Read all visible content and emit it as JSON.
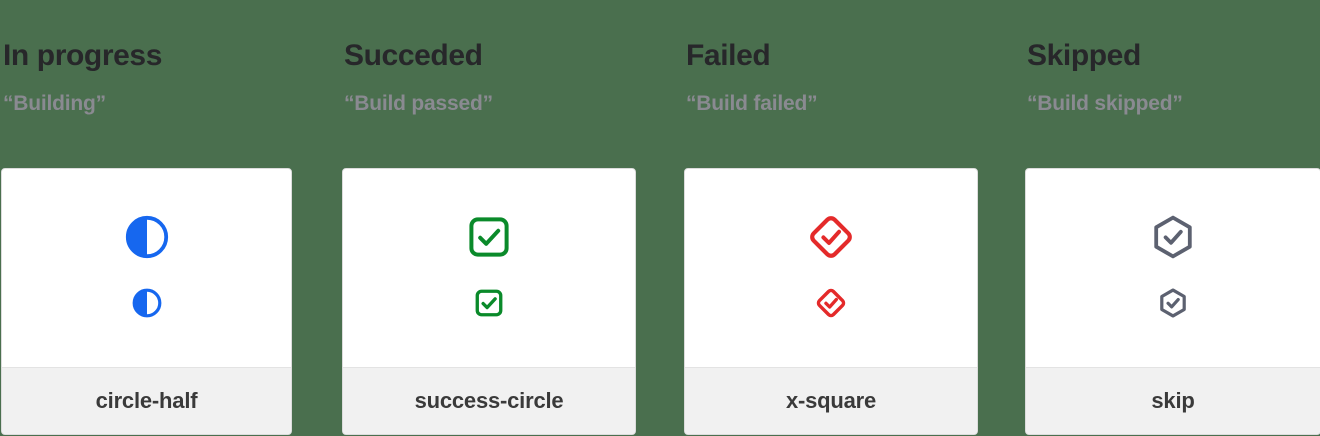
{
  "background_color": "#4a6f4e",
  "columns": [
    {
      "title": "In progress",
      "subtitle": "“Building”",
      "icon_name": "circle-half-icon",
      "icon_label": "circle-half",
      "icon_color": "#1667ef",
      "shape": "circle-half"
    },
    {
      "title": "Succeded",
      "subtitle": "“Build passed”",
      "icon_name": "success-circle-icon",
      "icon_label": "success-circle",
      "icon_color": "#0a8a2a",
      "shape": "check-square"
    },
    {
      "title": "Failed",
      "subtitle": "“Build failed”",
      "icon_name": "x-square-icon",
      "icon_label": "x-square",
      "icon_color": "#e42a2a",
      "shape": "check-diamond"
    },
    {
      "title": "Skipped",
      "subtitle": "“Build skipped”",
      "icon_name": "skip-icon",
      "icon_label": "skip",
      "icon_color": "#5c6170",
      "shape": "check-hexagon"
    }
  ]
}
